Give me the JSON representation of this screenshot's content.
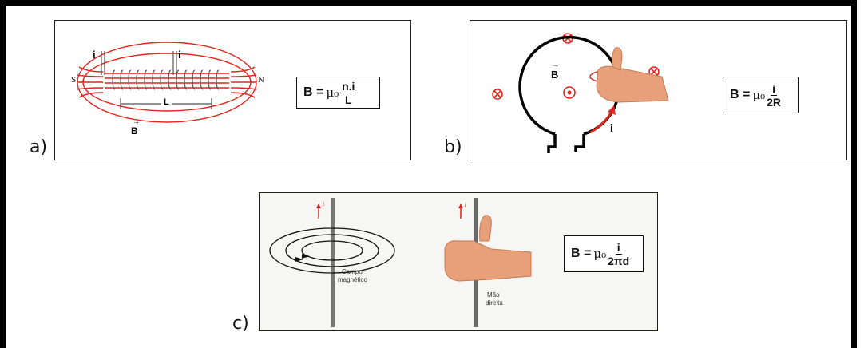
{
  "panels": {
    "a": {
      "label": "a)",
      "formula": {
        "lhs": "B =",
        "mu": "μ₀",
        "num": "n.i",
        "den": "L"
      },
      "labels": {
        "i_left": "i",
        "i_right": "i",
        "south": "S",
        "north": "N",
        "length": "L",
        "field": "B"
      }
    },
    "b": {
      "label": "b)",
      "formula": {
        "lhs": "B =",
        "mu": "μ₀",
        "num": "i",
        "den": "2R"
      },
      "labels": {
        "field": "B",
        "current": "i"
      }
    },
    "c": {
      "label": "c)",
      "formula": {
        "lhs": "B =",
        "mu": "μ₀",
        "num": "i",
        "den": "2πd"
      },
      "labels": {
        "i_left": "i",
        "i_right": "i",
        "field_caption_1": "Campo",
        "field_caption_2": "magnético",
        "hand_caption_1": "Mão",
        "hand_caption_2": "direita"
      }
    }
  },
  "colors": {
    "field_red": "#e0261d",
    "skin": "#e8a07a",
    "wire": "#555555"
  }
}
